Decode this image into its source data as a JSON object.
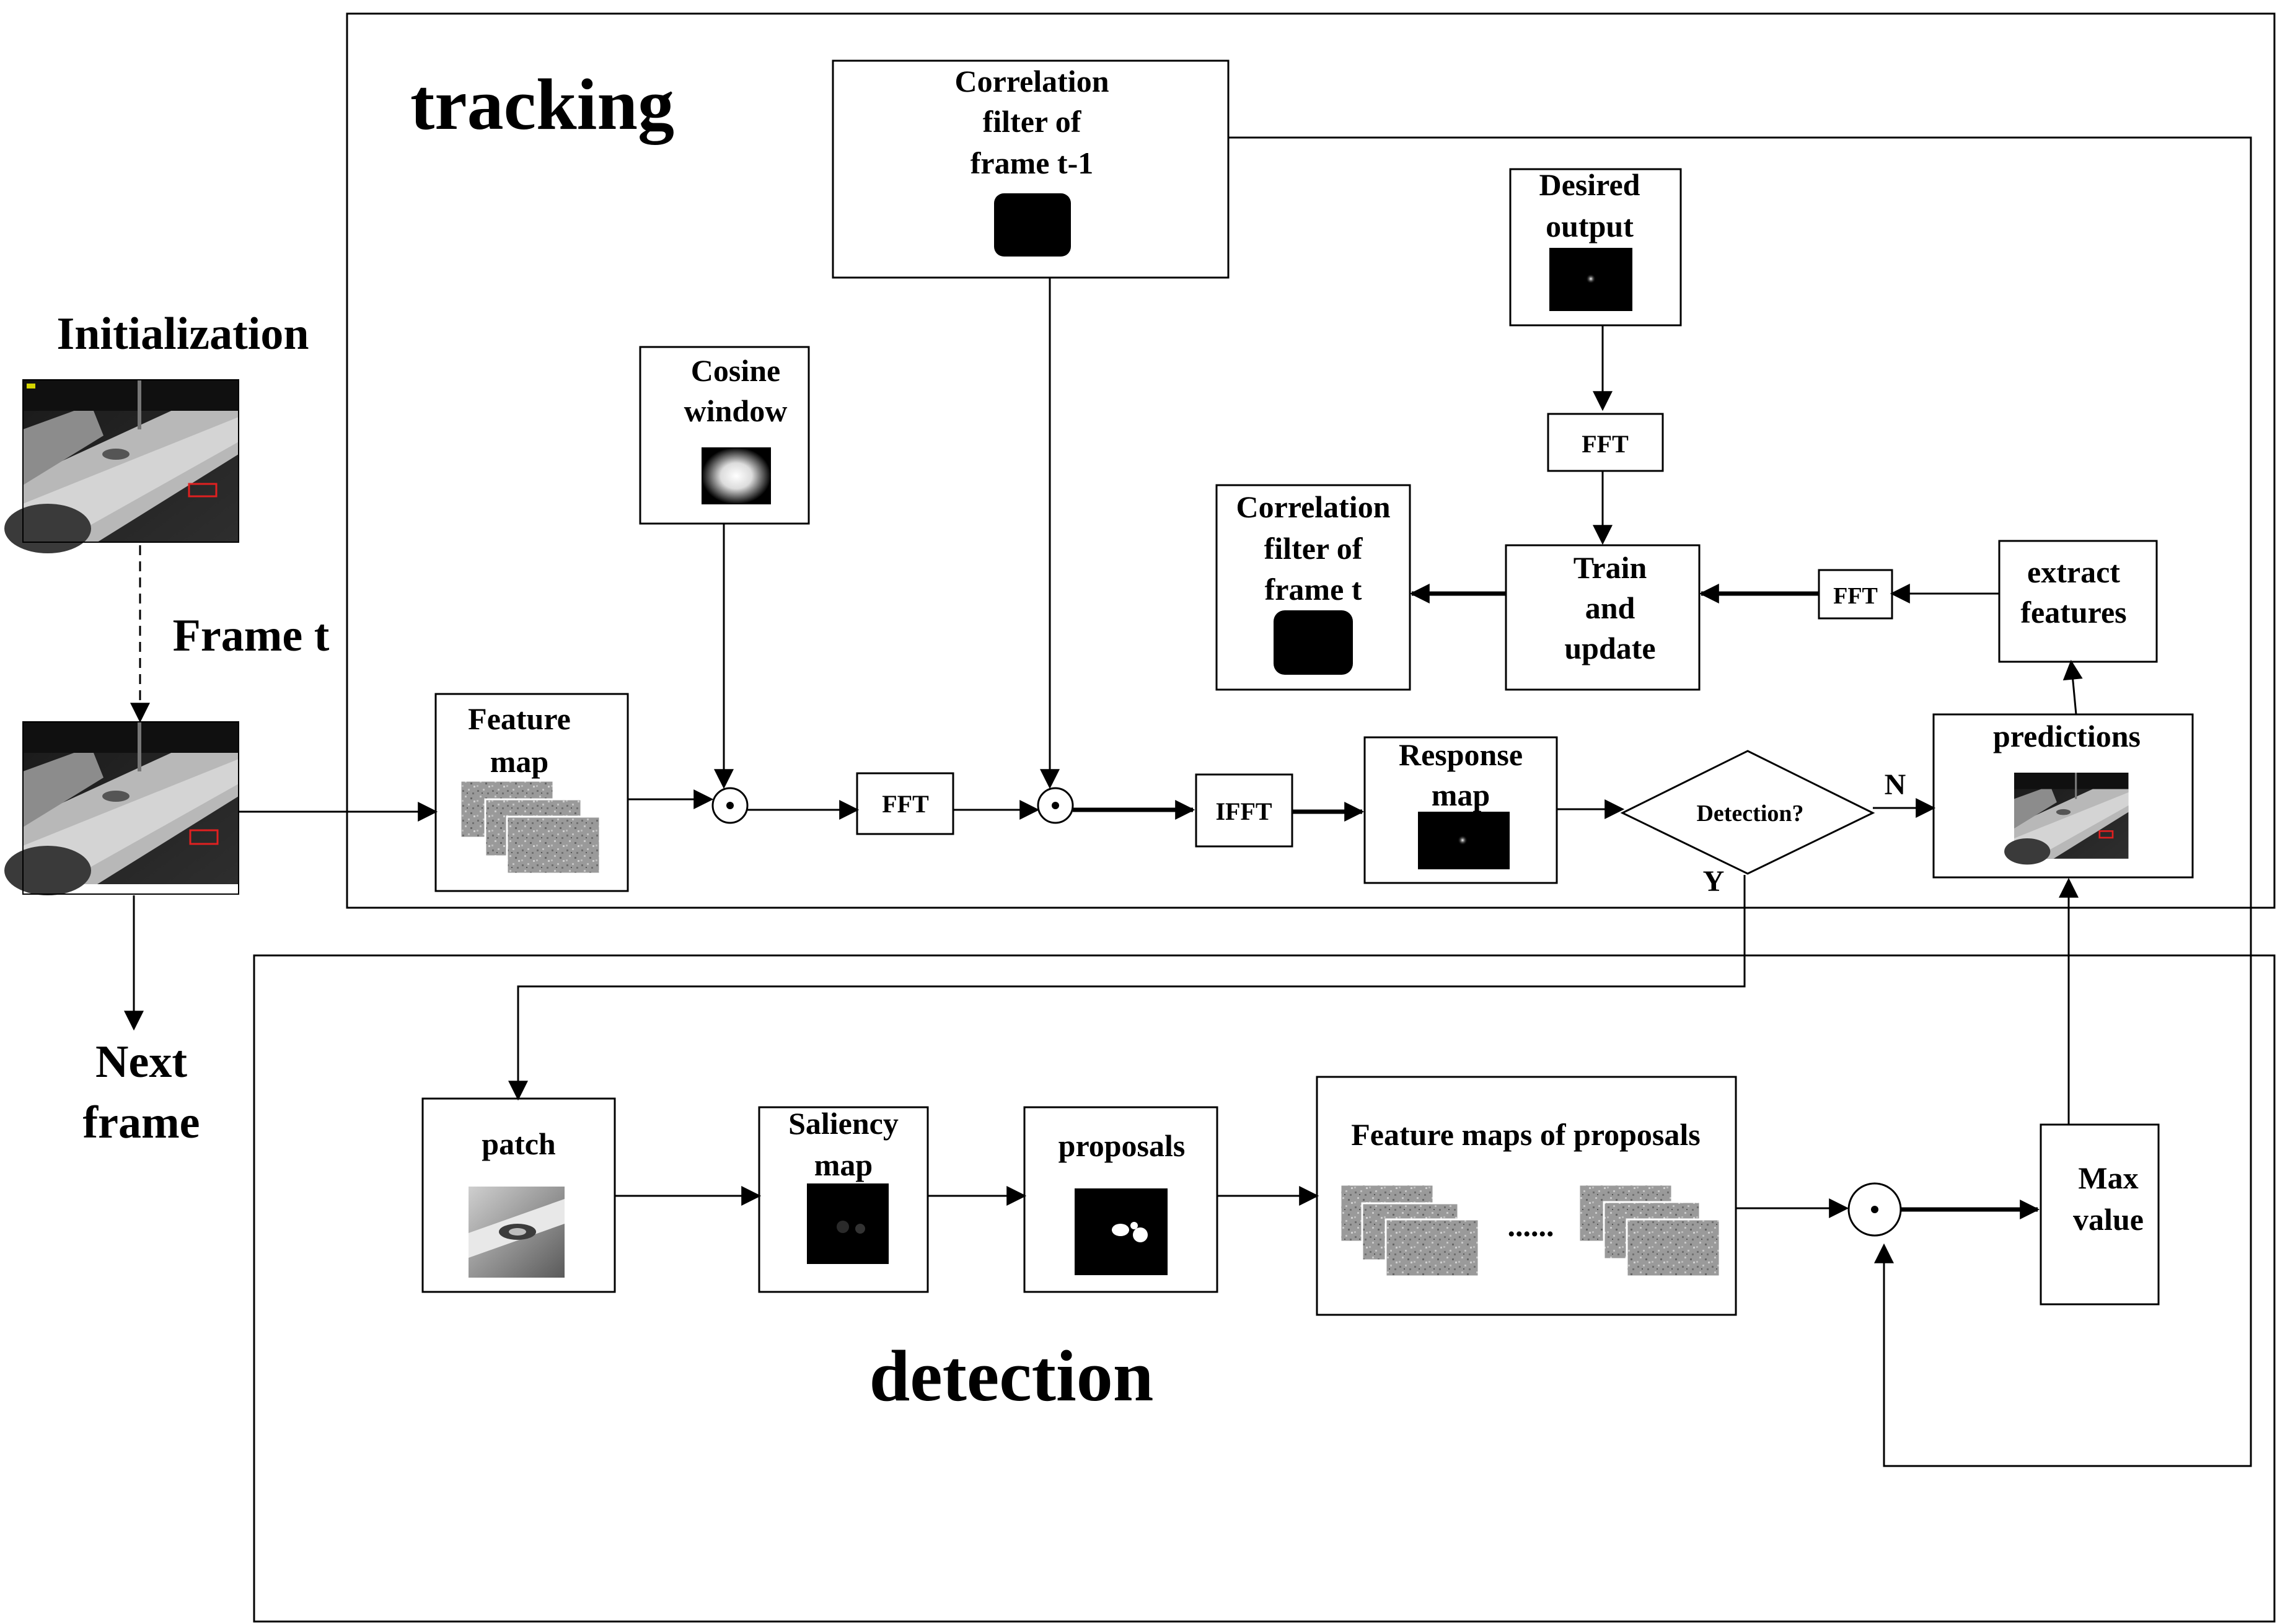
{
  "sections": {
    "tracking": "tracking",
    "detection": "detection"
  },
  "left": {
    "initialization": "Initialization",
    "frame_t": "Frame t",
    "next_frame": [
      "Next",
      "frame"
    ]
  },
  "tracking": {
    "corr_prev": [
      "Correlation",
      "filter of",
      "frame t-1"
    ],
    "desired_output": [
      "Desired",
      "output"
    ],
    "fft_desired": "FFT",
    "cosine_window": [
      "Cosine",
      "window"
    ],
    "corr_t": [
      "Correlation",
      "filter of",
      "frame t"
    ],
    "train_update": [
      "Train",
      "and",
      "update"
    ],
    "fft_extract": "FFT",
    "extract_features": [
      "extract",
      "features"
    ],
    "feature_map": [
      "Feature",
      "map"
    ],
    "fft_main": "FFT",
    "ifft": "IFFT",
    "response_map": [
      "Response",
      "map"
    ],
    "decision": "Detection?",
    "yes": "Y",
    "no": "N",
    "predictions": "predictions"
  },
  "detection": {
    "patch": "patch",
    "saliency_map": [
      "Saliency",
      "map"
    ],
    "proposals": "proposals",
    "feature_maps_of_proposals": "Feature maps of proposals",
    "ellipsis": "......",
    "max_value": [
      "Max",
      "value"
    ]
  },
  "colors": {
    "stroke": "#000000",
    "background": "#ffffff",
    "bbox_red": "#e02020",
    "noise_gray": "#9a9a9a"
  }
}
